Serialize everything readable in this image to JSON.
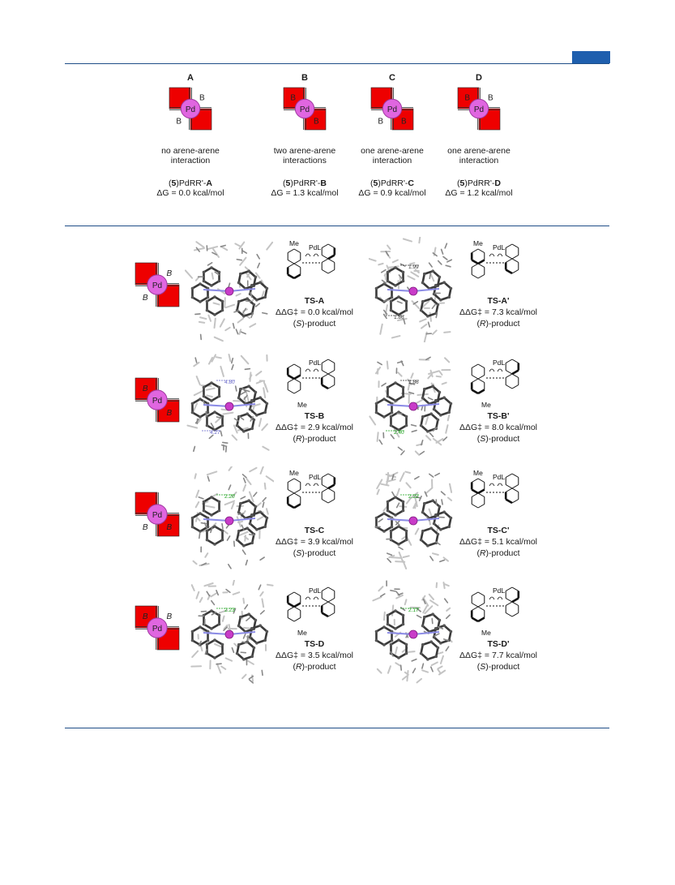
{
  "colors": {
    "rule": "#1f4e87",
    "tab": "#1f5fae",
    "quadrant": "#ee0000",
    "pd": "#e066e0",
    "boron_label": "#f08a00",
    "green_label": "#1aa11a",
    "blue_label": "#6464c8"
  },
  "conformers": [
    {
      "letter": "A",
      "description": "no arene-arene interaction",
      "compound_num": "5",
      "compound_rest": ")PdRR'-",
      "compound_suffix": "A",
      "dg": "ΔG = 0.0 kcal/mol"
    },
    {
      "letter": "B",
      "description": "two arene-arene interactions",
      "compound_num": "5",
      "compound_rest": ")PdRR'-",
      "compound_suffix": "B",
      "dg": "ΔG = 1.3 kcal/mol"
    },
    {
      "letter": "C",
      "description": "one arene-arene interaction",
      "compound_num": "5",
      "compound_rest": ")PdRR'-",
      "compound_suffix": "C",
      "dg": "ΔG = 0.9 kcal/mol"
    },
    {
      "letter": "D",
      "description": "one arene-arene interaction",
      "compound_num": "5",
      "compound_rest": ")PdRR'-",
      "compound_suffix": "D",
      "dg": "ΔG = 1.2 kcal/mol"
    }
  ],
  "quad_labels": {
    "pd": "Pd",
    "b": "B"
  },
  "ts_rows": [
    {
      "left": {
        "name": "TS-A",
        "ddg": "ΔΔG‡ = 0.0 kcal/mol",
        "prod_pre": "(",
        "prod_sym": "S",
        "prod_post": ")-product",
        "distances": []
      },
      "right": {
        "name": "TS-A'",
        "ddg": "ΔΔG‡ = 7.3 kcal/mol",
        "prod_pre": "(",
        "prod_sym": "R",
        "prod_post": ")-product",
        "distances": [
          "1.99",
          "1.86"
        ]
      }
    },
    {
      "left": {
        "name": "TS-B",
        "ddg": "ΔΔG‡ = 2.9 kcal/mol",
        "prod_pre": "(",
        "prod_sym": "R",
        "prod_post": ")-product",
        "distances": [
          "4.80",
          "4.27"
        ]
      },
      "right": {
        "name": "TS-B'",
        "ddg": "ΔΔG‡ = 8.0 kcal/mol",
        "prod_pre": "(",
        "prod_sym": "S",
        "prod_post": ")-product",
        "distances": [
          "1.86",
          "2.40"
        ]
      }
    },
    {
      "left": {
        "name": "TS-C",
        "ddg": "ΔΔG‡ = 3.9 kcal/mol",
        "prod_pre": "(",
        "prod_sym": "S",
        "prod_post": ")-product",
        "distances": [
          "2.20"
        ]
      },
      "right": {
        "name": "TS-C'",
        "ddg": "ΔΔG‡ = 5.1 kcal/mol",
        "prod_pre": "(",
        "prod_sym": "R",
        "prod_post": ")-product",
        "distances": [
          "2.22"
        ]
      }
    },
    {
      "left": {
        "name": "TS-D",
        "ddg": "ΔΔG‡ = 3.5 kcal/mol",
        "prod_pre": "(",
        "prod_sym": "R",
        "prod_post": ")-product",
        "distances": [
          "2.23"
        ]
      },
      "right": {
        "name": "TS-D'",
        "ddg": "ΔΔG‡ = 7.7 kcal/mol",
        "prod_pre": "(",
        "prod_sym": "S",
        "prod_post": ")-product",
        "distances": [
          "2.17"
        ]
      }
    }
  ],
  "mol_labels": {
    "me": "Me",
    "pdl": "PdL"
  }
}
